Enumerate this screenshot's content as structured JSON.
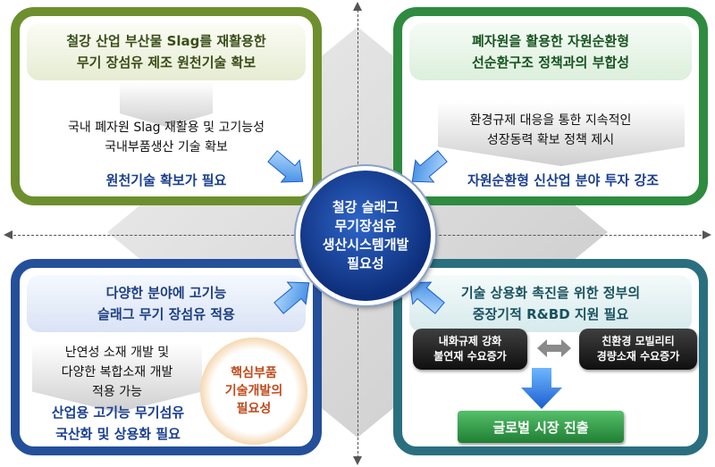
{
  "center": {
    "lines": [
      "철강 슬래그",
      "무기장섬유",
      "생산시스템개발",
      "필요성"
    ]
  },
  "top_left": {
    "header": [
      "철강 산업 부산물 Slag를 재활용한",
      "무기 장섬유 제조 원천기술 확보"
    ],
    "body": [
      "국내 폐자원 Slag 재활용 및 고기능성",
      "국내부품생산 기술 확보"
    ],
    "emphasis": "원천기술 확보가 필요"
  },
  "top_right": {
    "header": [
      "폐자원을 활용한 자원순환형",
      "선순환구조 정책과의 부합성"
    ],
    "body": [
      "환경규제 대응을 통한 지속적인",
      "성장동력 확보 정책 제시"
    ],
    "emphasis": "자원순환형 신산업 분야 투자 강조"
  },
  "bottom_left": {
    "header": [
      "다양한 분야에 고기능",
      "슬래그 무기 장섬유 적용"
    ],
    "body": [
      "난연성 소재 개발 및",
      "다양한 복합소재 개발",
      "적용 가능"
    ],
    "emphasis": [
      "산업용 고기능 무기섬유",
      "국산화 및 상용화 필요"
    ],
    "circle": [
      "핵심부품",
      "기술개발의",
      "필요성"
    ]
  },
  "bottom_right": {
    "header": [
      "기술 상용화 촉진을 위한 정부의",
      "중장기적 R&BD 지원 필요"
    ],
    "pill_left": [
      "내화규제 강화",
      "불연재 수요증가"
    ],
    "pill_right": [
      "친환경 모빌리티",
      "경량소재 수요증가"
    ],
    "result": "글로벌 시장 진출"
  },
  "colors": {
    "top_left_border": "#6d8f2d",
    "top_right_border": "#2e8b40",
    "bottom_left_border": "#244f9a",
    "bottom_right_border": "#2a6f7f",
    "center_fill": "#1a4aa8",
    "accent_orange": "#e7922e",
    "result_green": "#2e9a44"
  },
  "icons": {
    "center_arrows": "blue-arrow-icon",
    "flow_arrow": "down-arrow-icon",
    "exchange": "double-arrow-icon"
  }
}
